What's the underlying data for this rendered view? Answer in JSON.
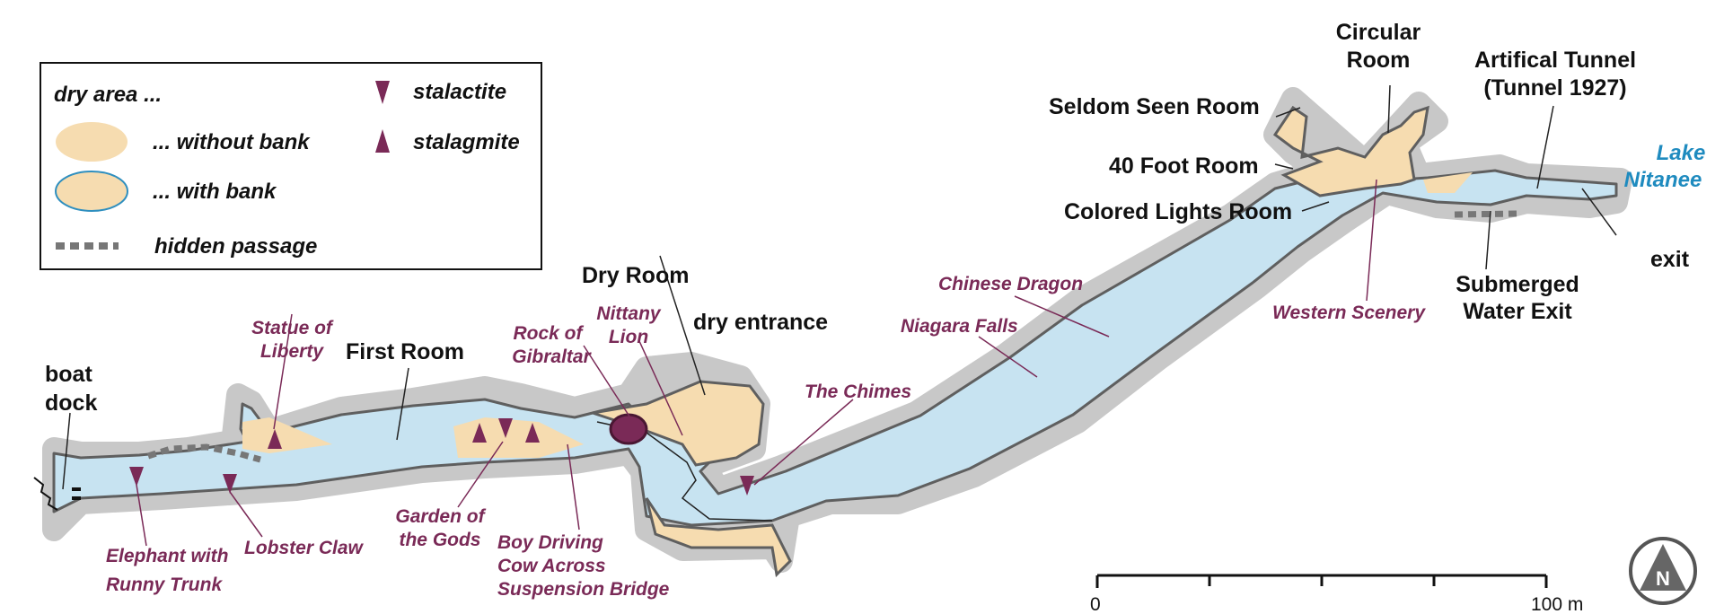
{
  "legend": {
    "heading": "dry area ...",
    "without_bank": "... without bank",
    "with_bank": "... with bank",
    "hidden_passage": "hidden passage",
    "stalactite": "stalactite",
    "stalagmite": "stalagmite"
  },
  "labels": {
    "boat_dock": [
      "boat",
      "dock"
    ],
    "first_room": "First Room",
    "dry_room": "Dry Room",
    "dry_entrance": "dry entrance",
    "seldom_seen_room": "Seldom Seen Room",
    "forty_foot_room": "40 Foot Room",
    "colored_lights_room": "Colored Lights Room",
    "circular_room": [
      "Circular",
      "Room"
    ],
    "artificial_tunnel": [
      "Artifical Tunnel",
      "(Tunnel 1927)"
    ],
    "lake_nitanee": [
      "Lake",
      "Nitanee"
    ],
    "exit": "exit",
    "submerged_water_exit": [
      "Submerged",
      "Water Exit"
    ]
  },
  "formations": {
    "statue_of_liberty": [
      "Statue of",
      "Liberty"
    ],
    "rock_of_gibraltar": [
      "Rock of",
      "Gibraltar"
    ],
    "nittany_lion": [
      "Nittany",
      "Lion"
    ],
    "the_chimes": "The Chimes",
    "chinese_dragon": "Chinese Dragon",
    "niagara_falls": "Niagara Falls",
    "western_scenery": "Western Scenery",
    "garden_of_the_gods": [
      "Garden of",
      "the Gods"
    ],
    "boy_driving_cow": [
      "Boy Driving",
      "Cow Across",
      "Suspension Bridge"
    ],
    "elephant": [
      "Elephant with",
      "Runny Trunk"
    ],
    "lobster_claw": "Lobster Claw"
  },
  "scale": {
    "start": "0",
    "end": "100 m"
  },
  "compass": {
    "letter": "N"
  },
  "colors": {
    "water": "#c7e3f1",
    "dry": "#f6dcb0",
    "rock_halo": "#c8c8c8",
    "wall": "#5f5f5f",
    "formation": "#7a2a57",
    "lake_text": "#1f8bbf"
  }
}
